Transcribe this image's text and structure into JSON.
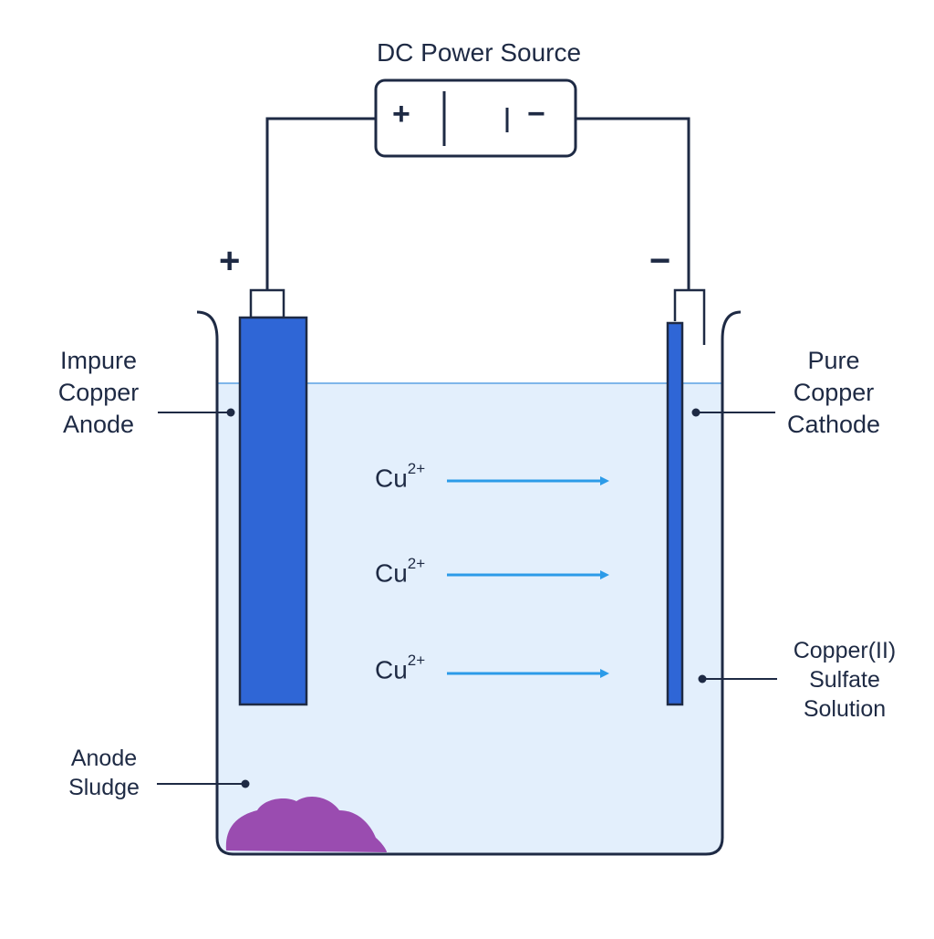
{
  "power_source": {
    "title": "DC Power Source",
    "plus_symbol": "+",
    "minus_symbol": "−"
  },
  "terminals": {
    "anode_sign": "+",
    "cathode_sign": "−"
  },
  "labels": {
    "anode": [
      "Impure",
      "Copper",
      "Anode"
    ],
    "cathode": [
      "Pure",
      "Copper",
      "Cathode"
    ],
    "solution": [
      "Copper(II)",
      "Sulfate",
      "Solution"
    ],
    "sludge": [
      "Anode",
      "Sludge"
    ]
  },
  "ions": [
    {
      "base": "Cu",
      "charge": "2+"
    },
    {
      "base": "Cu",
      "charge": "2+"
    },
    {
      "base": "Cu",
      "charge": "2+"
    }
  ],
  "colors": {
    "line": "#1e2a44",
    "electrode": "#2f66d6",
    "solution": "#e3effc",
    "arrow": "#2c9be8",
    "sludge": "#9a4cb0"
  }
}
